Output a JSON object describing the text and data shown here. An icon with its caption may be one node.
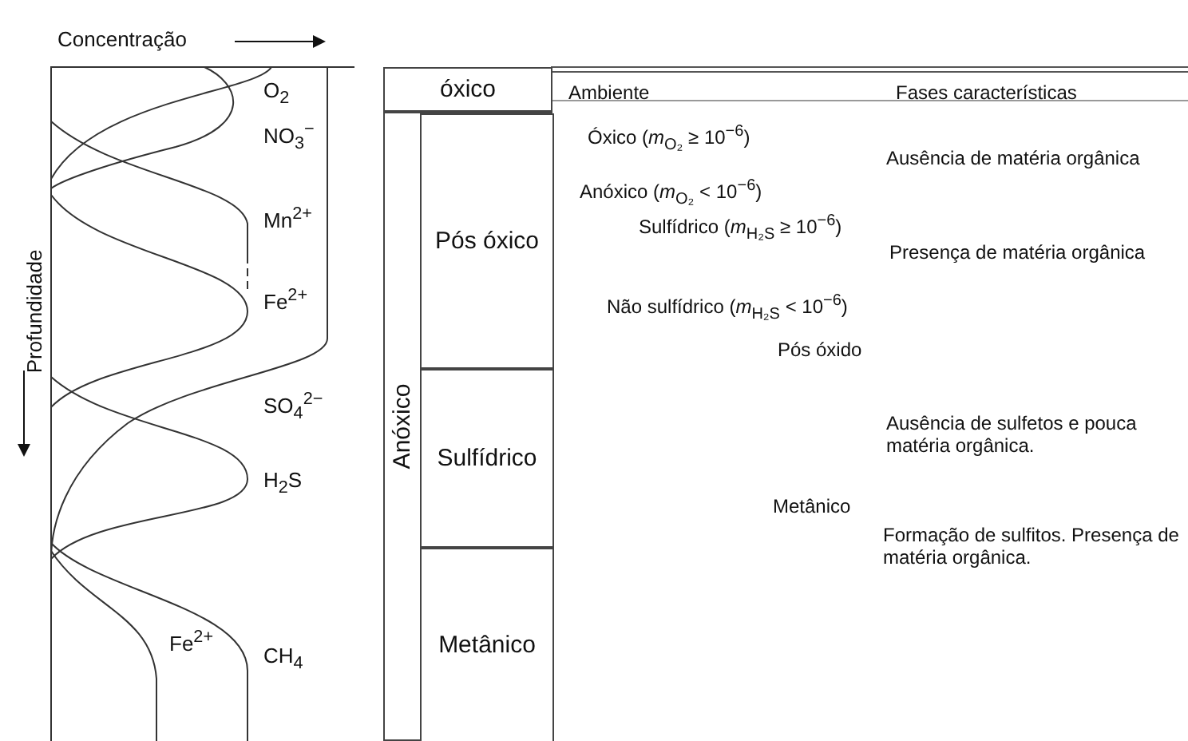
{
  "diagram": {
    "nodes": [
      {
        "text": [
          "óxico"
        ]
      },
      {
        "text": [
          "Anóxico"
        ]
      },
      {
        "text": [
          "Pós óxico"
        ],
        "in": 1
      },
      {
        "text": [
          "Sulfídrico"
        ],
        "in": 1
      },
      {
        "text": [
          "Metânico"
        ],
        "in": 1
      }
    ],
    "labels": [
      "Concentração",
      "Profundidade",
      "O$_{2}$",
      "NO$_{3}$$^{−}$",
      "Mn$^{2+}$",
      "Fe$^{2+}$",
      "SO$_{4}$$^{2−}$",
      "H$_{2}$S",
      "Fe$^{2+}$",
      "CH$_{4}$",
      "Ambiente",
      "Fases características",
      "Óxico   (*m*$_{O₂}$ ≥ 10$^{−6}$)",
      "Ausência de matéria orgânica",
      "Anóxico (*m*$_{O₂}$ < 10$^{−6}$)",
      "Sulfídrico  (*m*$_{H₂S}$ ≥ 10$^{−6}$)",
      "Presença de matéria orgânica",
      "Não sulfídrico  (*m*$_{H₂S}$ < 10$^{−6}$)",
      "Pós óxido",
      "Ausência de sulfetos e pouca matéria orgânica.",
      "Metânico",
      "Formação de sulfitos. Presença de matéria orgânica."
    ]
  }
}
